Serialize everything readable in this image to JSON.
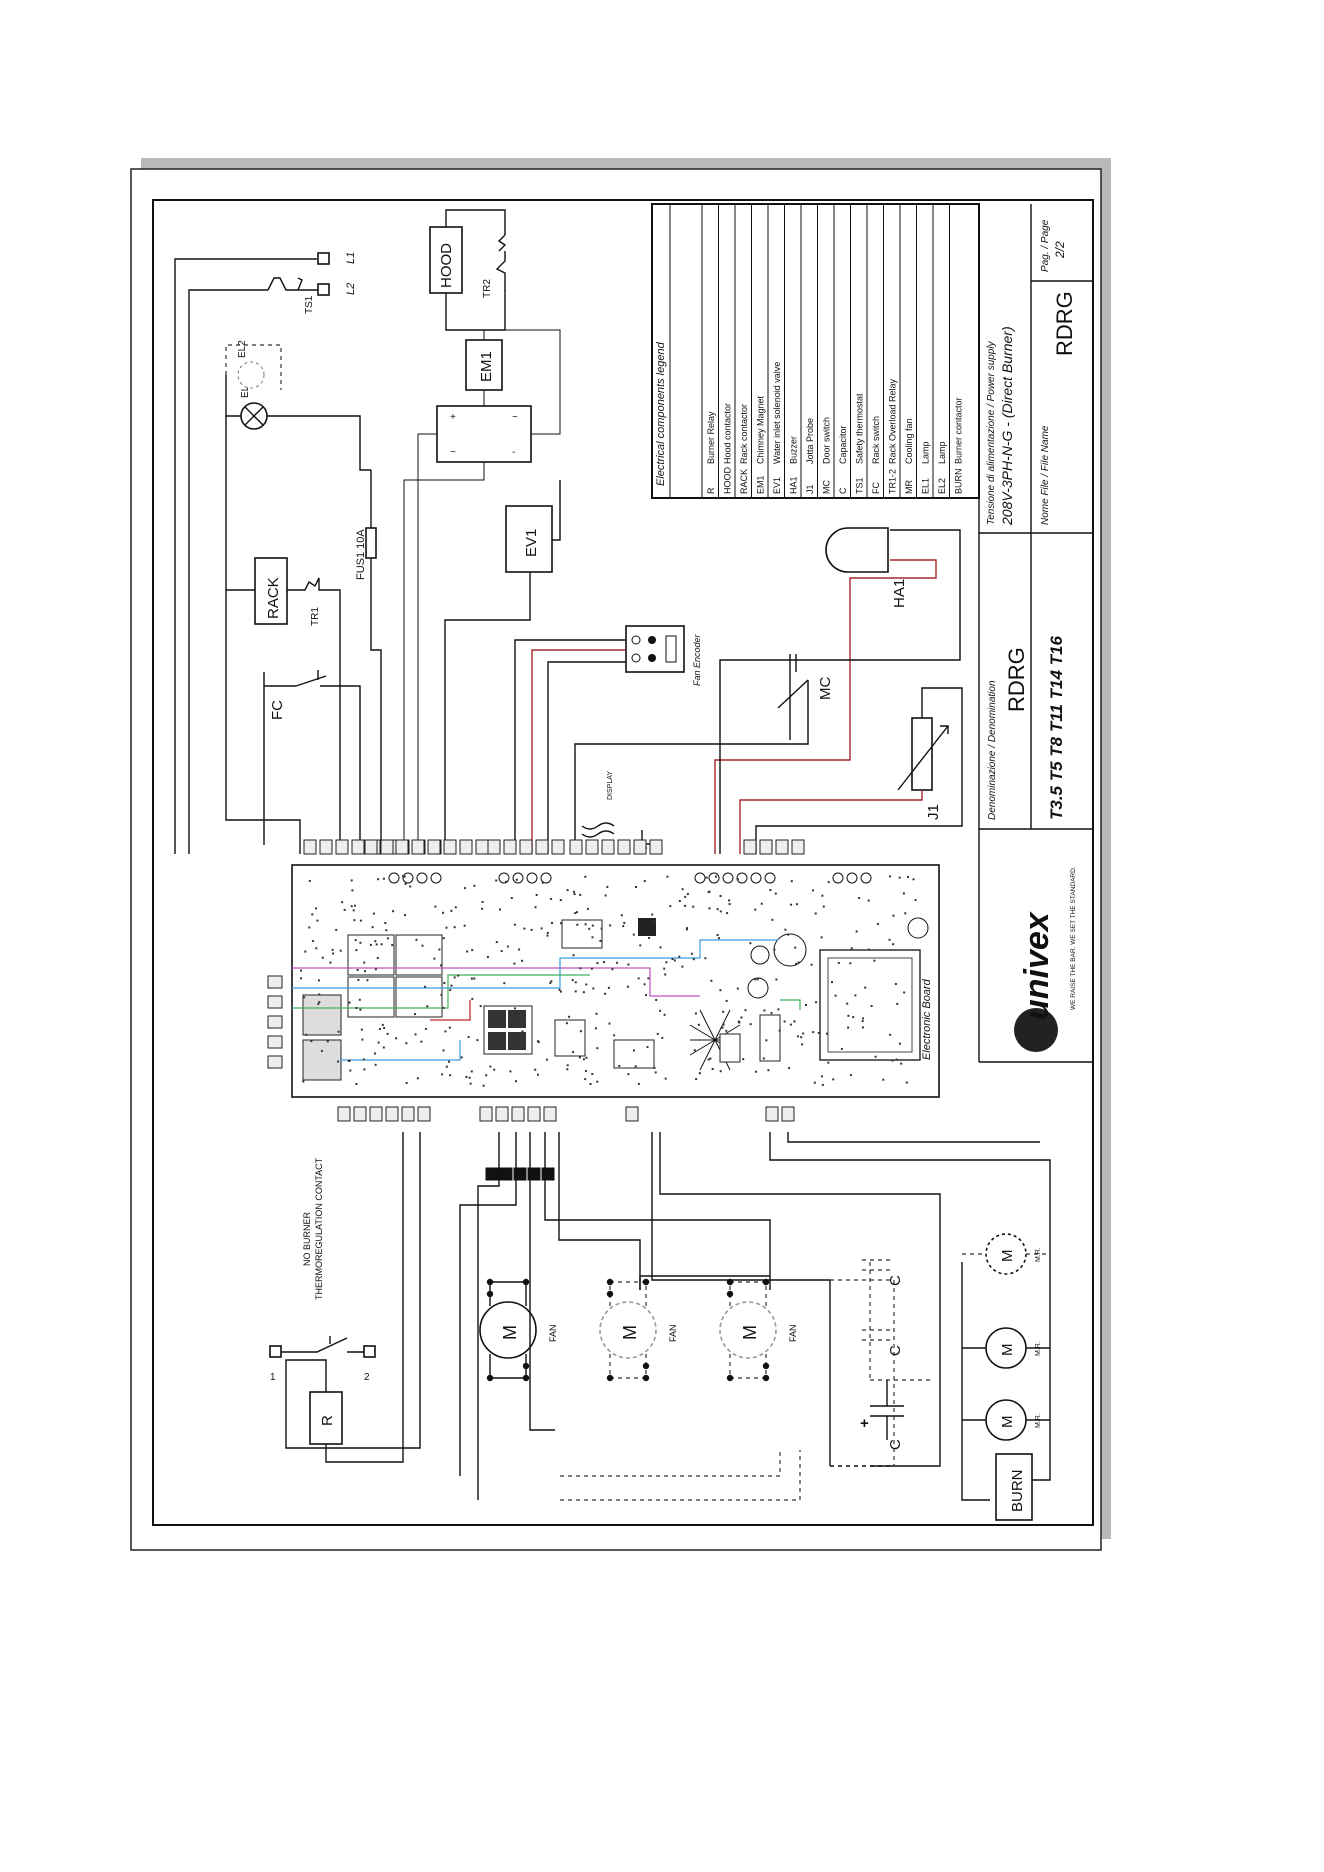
{
  "legend": {
    "title": "Electrical components legend",
    "items": [
      {
        "code": "R",
        "desc": "Burner Relay"
      },
      {
        "code": "HOOD",
        "desc": "Hood contactor"
      },
      {
        "code": "RACK",
        "desc": "Rack contactor"
      },
      {
        "code": "EM1",
        "desc": "Chimney Magnet"
      },
      {
        "code": "EV1",
        "desc": "Water inlet solenoid valve"
      },
      {
        "code": "HA1",
        "desc": "Buzzer"
      },
      {
        "code": "J1",
        "desc": "Jotta Probe"
      },
      {
        "code": "MC",
        "desc": "Door switch"
      },
      {
        "code": "C",
        "desc": "Capacitor"
      },
      {
        "code": "TS1",
        "desc": "Safety thermostat"
      },
      {
        "code": "FC",
        "desc": "Rack switch"
      },
      {
        "code": "TR1-2",
        "desc": "Rack Overload Relay"
      },
      {
        "code": "MR",
        "desc": "Cooling fan"
      },
      {
        "code": "EL1",
        "desc": "Lamp"
      },
      {
        "code": "EL2",
        "desc": "Lamp"
      },
      {
        "code": "BURN",
        "desc": "Burner contactor"
      }
    ]
  },
  "title_block": {
    "denomination_label": "Denominazione / Denomination",
    "denomination_value": "RDRG",
    "models": "T3.5 T5 T8 T11 T14 T16",
    "supply_label": "Tensione di alimentazione / Power supply",
    "supply_value": "208V-3PH-N-G - (Direct Burner)",
    "filename_label": "Nome File / File Name",
    "filename_value": "RDRG",
    "page_label": "Pag. / Page",
    "page_value": "2/2",
    "brand": "univex",
    "slogan": "WE RAISE THE BAR. WE SET THE STANDARD."
  },
  "components": {
    "L1": "L1",
    "L2": "L2",
    "TS1": "TS1",
    "HOOD": "HOOD",
    "TR2": "TR2",
    "EM1": "EM1",
    "EL1": "EL1",
    "EL2": "EL2",
    "FUS1": "FUS1 10A",
    "RACK": "RACK",
    "TR1": "TR1",
    "EV1": "EV1",
    "FC": "FC",
    "fan_encoder": "Fan Encoder",
    "MC": "MC",
    "J1": "J1",
    "HA1": "HA1",
    "display": "DISPLAY",
    "board": "Electronic Board",
    "burner_contact": "NO BURNER\nTHERMOREGULATION CONTACT",
    "R": "R",
    "pin1": "1",
    "pin2": "2",
    "fan": "FAN",
    "M": "M",
    "C": "C",
    "MR": "M.R.",
    "BURN": "BURN",
    "plus": "+"
  }
}
